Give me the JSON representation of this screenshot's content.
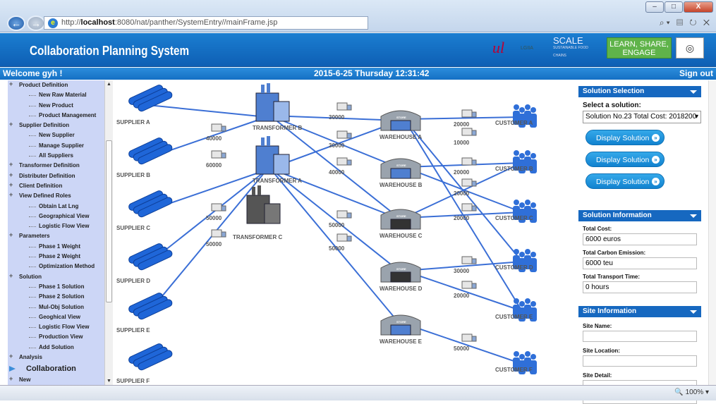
{
  "browser": {
    "url_prefix": "http://",
    "url_host": "localhost",
    "url_rest": ":8080/nat/panther/SystemEntry//mainFrame.jsp",
    "zoom": "100%"
  },
  "banner": {
    "title": "Collaboration Planning System",
    "logo_scale": "SCALE",
    "logo_scale_sub": "SUSTAINABLE FOOD CHAINS",
    "logo_lgiia": "LGIIA",
    "learn_line1": "LEARN, SHARE,",
    "learn_line2": "ENGAGE"
  },
  "status": {
    "welcome": "Welcome gyh !",
    "datetime": "2015-6-25 Thursday 12:31:42",
    "signout": "Sign out"
  },
  "sidebar": {
    "items": [
      {
        "label": "Product Definition",
        "level": 1
      },
      {
        "label": "New Raw Material",
        "level": 2
      },
      {
        "label": "New Product",
        "level": 2
      },
      {
        "label": "Product Management",
        "level": 2
      },
      {
        "label": "Supplier Definition",
        "level": 1
      },
      {
        "label": "New Supplier",
        "level": 2
      },
      {
        "label": "Manage Supplier",
        "level": 2
      },
      {
        "label": "All Suppliers",
        "level": 2
      },
      {
        "label": "Transformer Definition",
        "level": 1
      },
      {
        "label": "Distributer Definition",
        "level": 1
      },
      {
        "label": "Client Definition",
        "level": 1
      },
      {
        "label": "View Defined Roles",
        "level": 1
      },
      {
        "label": "Obtain Lat Lng",
        "level": 2
      },
      {
        "label": "Geographical View",
        "level": 2
      },
      {
        "label": "Logistic Flow View",
        "level": 2
      },
      {
        "label": "Parameters",
        "level": 1
      },
      {
        "label": "Phase 1 Weight",
        "level": 2
      },
      {
        "label": "Phase 2 Weight",
        "level": 2
      },
      {
        "label": "Optimization Method",
        "level": 2
      },
      {
        "label": "Solution",
        "level": 1
      },
      {
        "label": "Phase 1 Solution",
        "level": 2
      },
      {
        "label": "Phase 2 Solution",
        "level": 2
      },
      {
        "label": "Mul-Obj Solution",
        "level": 2
      },
      {
        "label": "Geoghical View",
        "level": 2
      },
      {
        "label": "Logistic Flow View",
        "level": 2
      },
      {
        "label": "Production View",
        "level": 2
      },
      {
        "label": "Add Solution",
        "level": 2
      },
      {
        "label": "Analysis",
        "level": 1
      },
      {
        "label": "Collaboration",
        "level": 0
      },
      {
        "label": "New",
        "level": 1
      }
    ]
  },
  "network": {
    "suppliers": [
      "SUPPLIER A",
      "SUPPLIER B",
      "SUPPLIER C",
      "SUPPLIER D",
      "SUPPLIER E",
      "SUPPLIER F"
    ],
    "transformers": [
      "TRANSFORMER B",
      "TRANSFORMER A",
      "TRANSFORMER C"
    ],
    "warehouses": [
      "WAREHOUSE A",
      "WAREHOUSE B",
      "WAREHOUSE C",
      "WAREHOUSE D",
      "WAREHOUSE E"
    ],
    "customers": [
      "CUSTOMER A",
      "CUSTOMER B",
      "CUSTOMER C",
      "CUSTOMER D",
      "CUSTOMER E",
      "CUSTOMER F"
    ],
    "store_label": "STORE",
    "flows": [
      "40000",
      "60000",
      "50000",
      "50000",
      "30000",
      "30000",
      "40000",
      "50000",
      "50000",
      "20000",
      "10000",
      "20000",
      "20000",
      "20000",
      "30000",
      "20000",
      "50000"
    ],
    "colors": {
      "line": "#3b6fd6",
      "supplier": "#1f66d8",
      "customer": "#2f6fd8",
      "building": "#4f7fd0"
    }
  },
  "solution_selection": {
    "header": "Solution Selection",
    "select_label": "Select a solution:",
    "selected": "Solution No.23 Total Cost: 2018200",
    "buttons": [
      "Display Solution",
      "Display Solution",
      "Display Solution"
    ]
  },
  "solution_info": {
    "header": "Solution Information",
    "cost_label": "Total Cost:",
    "cost_value": "6000 euros",
    "carbon_label": "Total Carbon Emission:",
    "carbon_value": "6000 teu",
    "time_label": "Total Transport Time:",
    "time_value": "0 hours"
  },
  "site_info": {
    "header": "Site Information",
    "name_label": "Site Name:",
    "location_label": "Site Location:",
    "detail_label": "Site Detail:"
  }
}
